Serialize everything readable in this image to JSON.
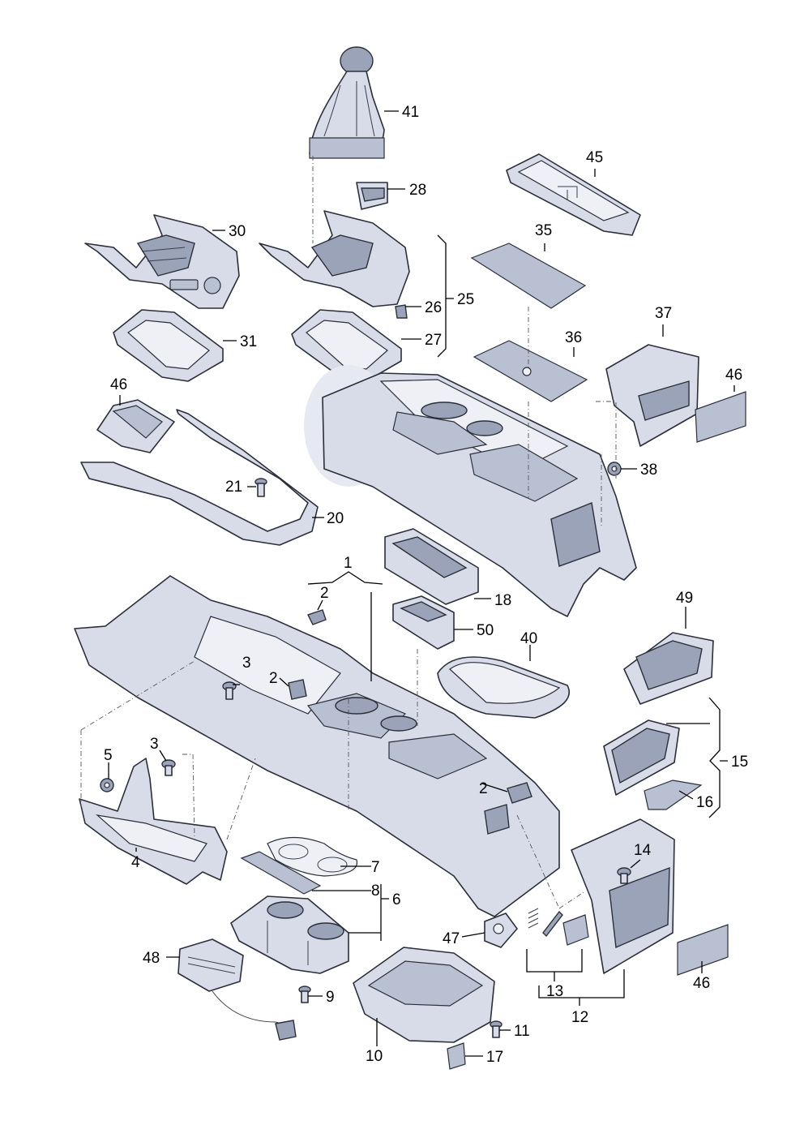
{
  "callouts": [
    {
      "id": "c41",
      "text": "41"
    },
    {
      "id": "c28",
      "text": "28"
    },
    {
      "id": "c45",
      "text": "45"
    },
    {
      "id": "c30",
      "text": "30"
    },
    {
      "id": "c35",
      "text": "35"
    },
    {
      "id": "c26",
      "text": "26"
    },
    {
      "id": "c25",
      "text": "25"
    },
    {
      "id": "c31",
      "text": "31"
    },
    {
      "id": "c27",
      "text": "27"
    },
    {
      "id": "c37",
      "text": "37"
    },
    {
      "id": "c36",
      "text": "36"
    },
    {
      "id": "c46a",
      "text": "46"
    },
    {
      "id": "c46b",
      "text": "46"
    },
    {
      "id": "c46c",
      "text": "46"
    },
    {
      "id": "c38",
      "text": "38"
    },
    {
      "id": "c21",
      "text": "21"
    },
    {
      "id": "c20",
      "text": "20"
    },
    {
      "id": "c1",
      "text": "1"
    },
    {
      "id": "c2a",
      "text": "2"
    },
    {
      "id": "c2b",
      "text": "2"
    },
    {
      "id": "c2c",
      "text": "2"
    },
    {
      "id": "c18",
      "text": "18"
    },
    {
      "id": "c49",
      "text": "49"
    },
    {
      "id": "c3a",
      "text": "3"
    },
    {
      "id": "c3b",
      "text": "3"
    },
    {
      "id": "c50",
      "text": "50"
    },
    {
      "id": "c40",
      "text": "40"
    },
    {
      "id": "c5",
      "text": "5"
    },
    {
      "id": "c15",
      "text": "15"
    },
    {
      "id": "c16",
      "text": "16"
    },
    {
      "id": "c4",
      "text": "4"
    },
    {
      "id": "c7",
      "text": "7"
    },
    {
      "id": "c14",
      "text": "14"
    },
    {
      "id": "c8",
      "text": "8"
    },
    {
      "id": "c6",
      "text": "6"
    },
    {
      "id": "c47",
      "text": "47"
    },
    {
      "id": "c48",
      "text": "48"
    },
    {
      "id": "c13",
      "text": "13"
    },
    {
      "id": "c9",
      "text": "9"
    },
    {
      "id": "c12",
      "text": "12"
    },
    {
      "id": "c11",
      "text": "11"
    },
    {
      "id": "c10",
      "text": "10"
    },
    {
      "id": "c17",
      "text": "17"
    }
  ],
  "colors": {
    "part_fill": "#d7dce8",
    "part_outline": "#2b2f3a",
    "label": "#000000",
    "background": "#ffffff"
  }
}
